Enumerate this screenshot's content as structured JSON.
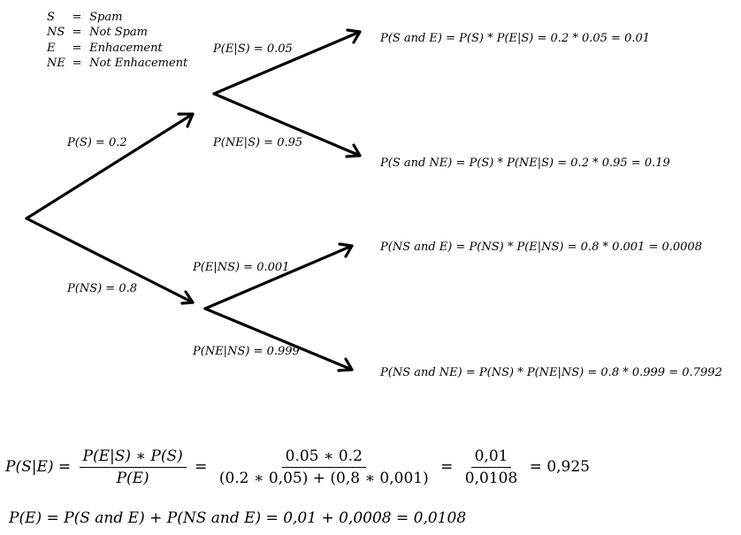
{
  "legend": [
    {
      "symbol": "S",
      "meaning": "Spam"
    },
    {
      "symbol": "NS",
      "meaning": "Not Spam"
    },
    {
      "symbol": "E",
      "meaning": "Enhacement"
    },
    {
      "symbol": "NE",
      "meaning": "Not Enhacement"
    }
  ],
  "edge_labels": {
    "p_s": "P(S)  =  0.2",
    "p_ns": "P(NS)  =  0.8",
    "p_e_given_s": "P(E|S)  =  0.05",
    "p_ne_given_s": "P(NE|S)  =  0.95",
    "p_e_given_ns": "P(E|NS)  =  0.001",
    "p_ne_given_ns": "P(NE|NS)  =  0.999"
  },
  "outcomes": {
    "s_and_e": "P(S and E)  =  P(S) * P(E|S)  =  0.2 * 0.05  =  0.01",
    "s_and_ne": "P(S and NE)  =  P(S) * P(NE|S)  =  0.2 * 0.95  =  0.19",
    "ns_and_e": "P(NS and E)  =  P(NS) * P(E|NS)  =  0.8 * 0.001  =  0.0008",
    "ns_and_ne": "P(NS and NE)  =  P(NS) * P(NE|NS)  =  0.8 * 0.999  =  0.7992"
  },
  "bayes": {
    "lhs": "P(S|E) =",
    "frac1_num": "P(E|S) ∗ P(S)",
    "frac1_den": "P(E)",
    "eq2": "=",
    "frac2_num": "0.05  ∗ 0.2",
    "frac2_den": "(0.2 ∗ 0,05) + (0,8 ∗ 0,001)",
    "eq3": "=",
    "frac3_num": "0,01",
    "frac3_den": "0,0108",
    "result": "= 0,925"
  },
  "total_prob": "P(E) = P(S and E) + P(NS and E) = 0,01 + 0,0008 = 0,0108"
}
